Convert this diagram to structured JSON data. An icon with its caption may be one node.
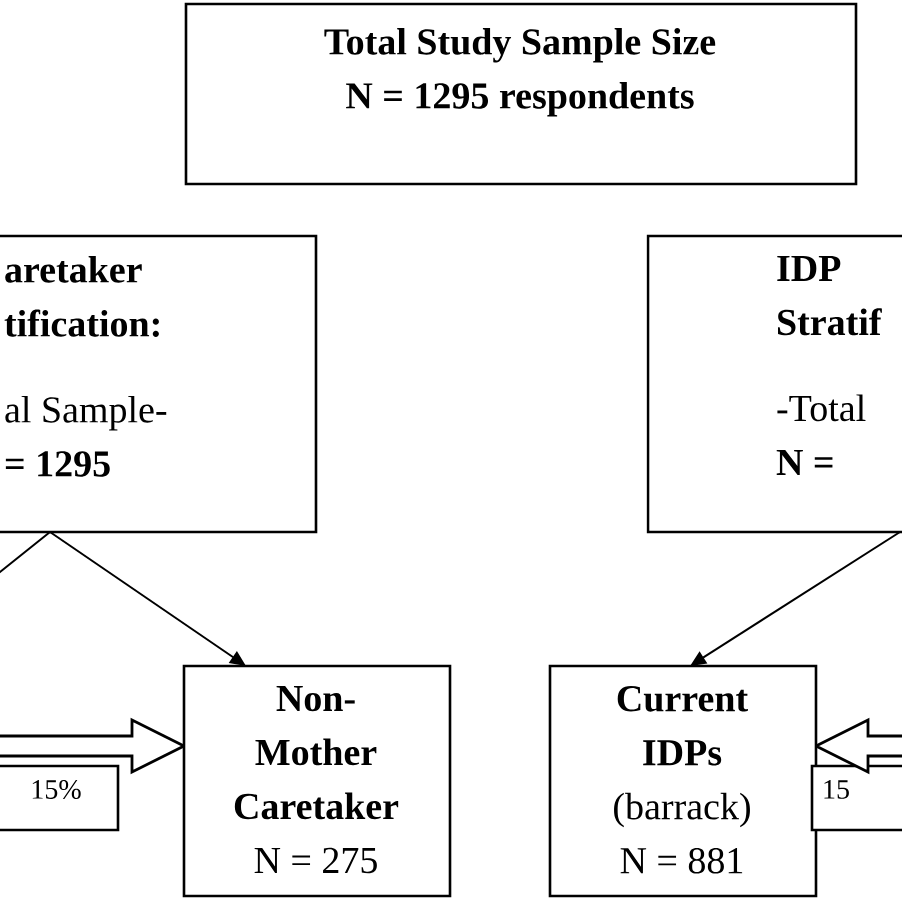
{
  "diagram": {
    "nodes": [
      {
        "text": [
          "Total Study Sample Size",
          "N = 1295 respondents"
        ]
      },
      {
        "text": [
          "aretaker tification:",
          "al Sample- **= 1295**"
        ]
      },
      {
        "text": [
          "IDP Stratif",
          "-Total **N =**"
        ]
      },
      {
        "text": [
          "Non- Mother Caretaker",
          "N = 275"
        ]
      },
      {
        "text": [
          "Current IDPs",
          "(barrack)",
          "N = 881"
        ]
      },
      {
        "text": [
          "15%"
        ]
      },
      {
        "text": [
          "15"
        ]
      }
    ],
    "edges": [
      {
        "from": 1,
        "to": null,
        "arrow": "none"
      },
      {
        "from": 1,
        "to": 3,
        "arrow": "to"
      },
      {
        "from": 2,
        "to": 4,
        "arrow": "to"
      },
      {
        "from": null,
        "to": 3,
        "arrow": "to",
        "style": "thick"
      },
      {
        "from": null,
        "to": 4,
        "arrow": "to",
        "style": "thick"
      }
    ]
  }
}
